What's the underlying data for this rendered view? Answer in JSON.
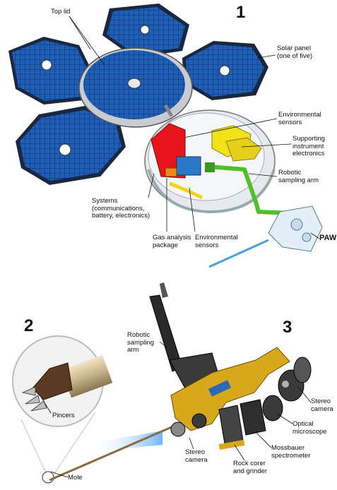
{
  "figure": {
    "panels": [
      {
        "number": "1"
      },
      {
        "number": "2"
      },
      {
        "number": "3"
      }
    ]
  },
  "panel1": {
    "labels": {
      "top_lid": "Top lid",
      "solar_panel": "Solar panel\n(one of five)",
      "environmental_sensors_top": "Environmental\nsensors",
      "supporting_electronics": "Supporting\ninstrument\nelectronics",
      "robotic_arm": "Robotic\nsampling arm",
      "systems": "Systems\n(communications,\nbattery, electronics)",
      "gas_analysis": "Gas analysis\npackage",
      "environmental_sensors_bottom": "Environmental\nsensors",
      "paw": "PAW"
    }
  },
  "panel2": {
    "labels": {
      "pincers": "Pincers",
      "mole": "Mole"
    }
  },
  "panel3": {
    "labels": {
      "robotic_arm": "Robotic\nsampling\narm",
      "stereo_camera_right": "Stereo\ncamera",
      "optical_microscope": "Optical\nmicroscope",
      "mossbauer": "Mossbauer\nspectrometer",
      "rock_corer": "Rock corer\nand grinder",
      "stereo_camera_left": "Stereo\ncamera"
    }
  },
  "colors": {
    "solar_blue": "#1f5fb8",
    "solar_dark": "#1a2740",
    "body_gray": "#d8dde2",
    "systems_red": "#e8141c",
    "electronics_yellow": "#f2e21a",
    "arm_green": "#4fc02a",
    "paw_gold": "#d8a81c",
    "mole_blue": "#6fb6ff"
  }
}
